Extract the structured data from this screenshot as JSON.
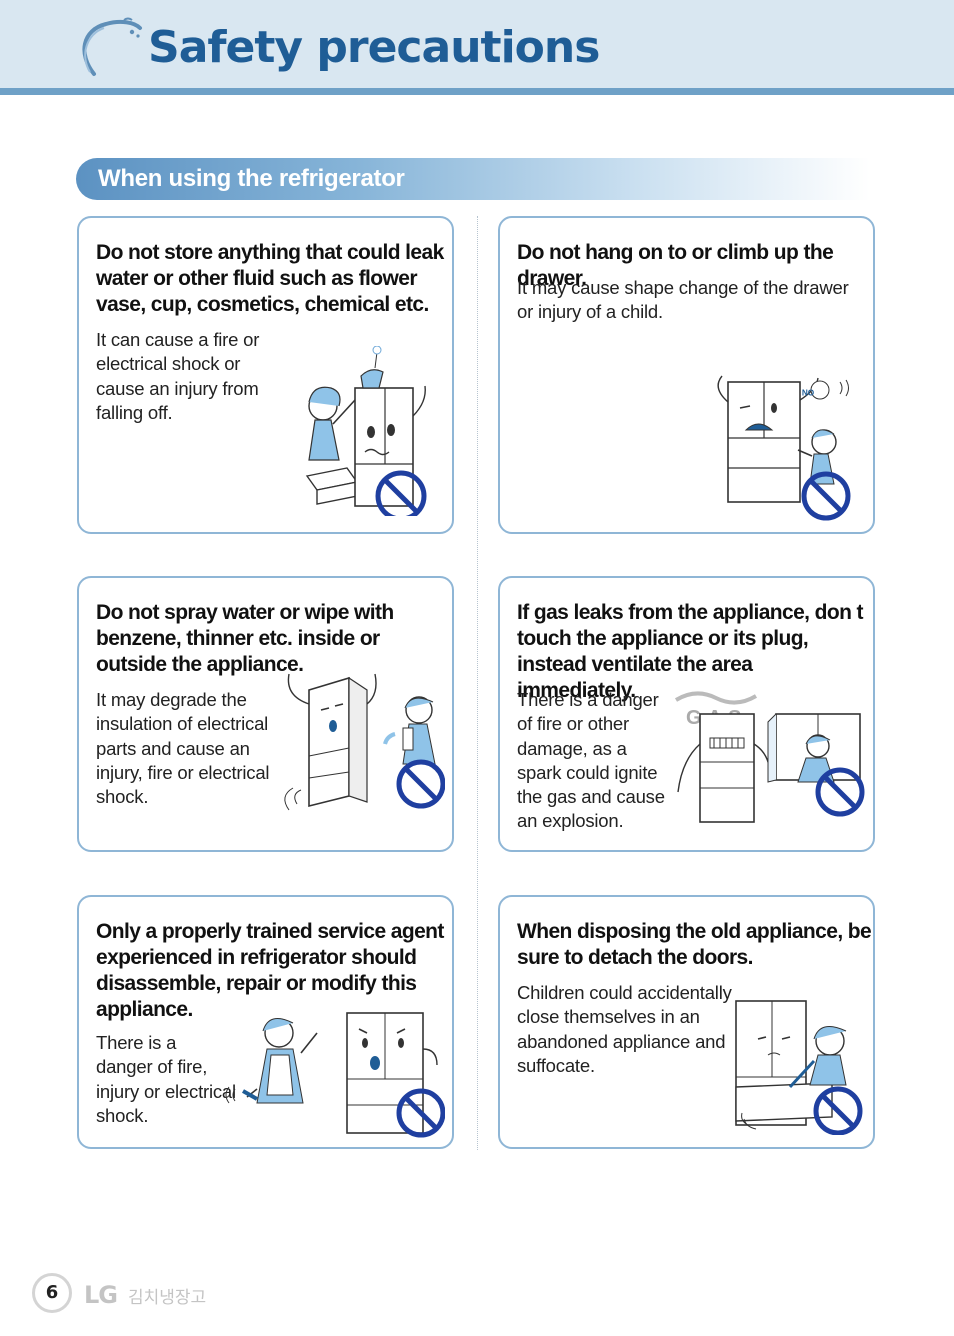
{
  "header": {
    "title": "Safety precautions"
  },
  "section": {
    "title": "When using the refrigerator"
  },
  "cards": [
    {
      "heading": "Do not store anything that could leak water or other fluid such as flower vase, cup, cosmetics, chemical etc.",
      "body": "It can cause a fire or electrical shock or cause an injury from falling off."
    },
    {
      "heading": "Do not hang on to or climb up the drawer.",
      "body": "It may cause shape change of the drawer or injury of a child."
    },
    {
      "heading": "Do not spray water or wipe with benzene, thinner etc. inside or outside the appliance.",
      "body": "It may degrade the insulation of electrical parts and cause an injury, fire or electrical shock."
    },
    {
      "heading": "If gas leaks from the appliance, don  t touch the appliance or its plug, instead ventilate the area immediately.",
      "body": "There is a danger of fire or other damage, as a spark could ignite the gas and cause an explosion.",
      "illustration_text": "GAS"
    },
    {
      "heading": "Only a properly trained service agent experienced in refrigerator should disassemble, repair or modify this appliance.",
      "body": "There is a danger of fire, injury or electrical shock."
    },
    {
      "heading": "When disposing the old appliance, be sure to detach the doors.",
      "body": "Children could accidentally close themselves in an abandoned appliance and suffocate."
    }
  ],
  "illustration_labels": {
    "no_sign": "NO"
  },
  "footer": {
    "page_number": "6",
    "brand": "LG",
    "product": "김치냉장고"
  },
  "colors": {
    "title": "#1f5d96",
    "header_bg": "#d9e7f1",
    "header_rule": "#6fa1c7",
    "card_border": "#8fb6d6",
    "prohibition": "#1f3fa0",
    "banner_start": "#5c92c2"
  }
}
